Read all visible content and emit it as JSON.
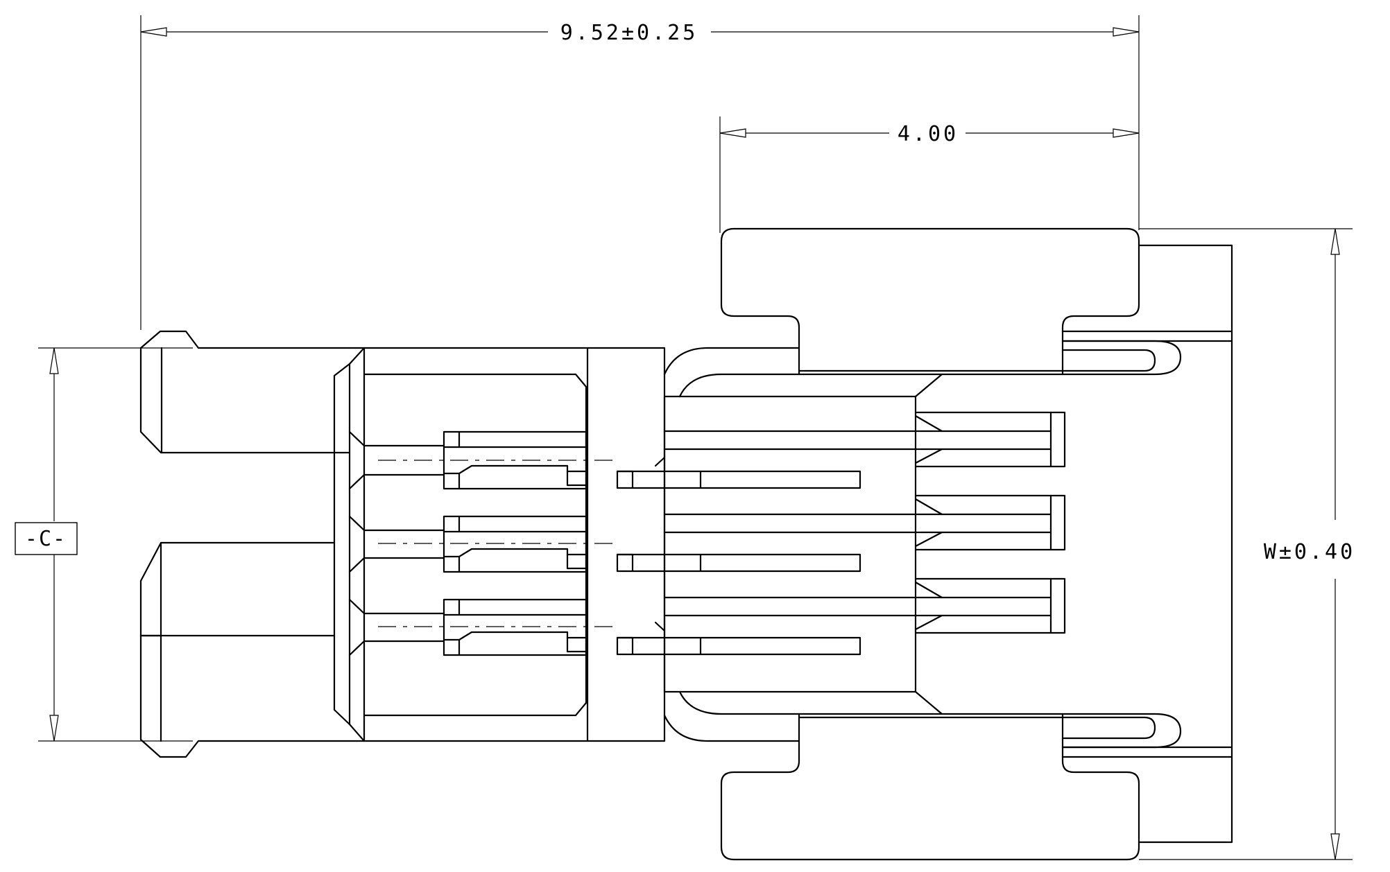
{
  "dimensions": {
    "overall_length": "9.52±0.25",
    "body_length": "4.00",
    "width": "W±0.40"
  },
  "datum": {
    "label": "-C-"
  }
}
